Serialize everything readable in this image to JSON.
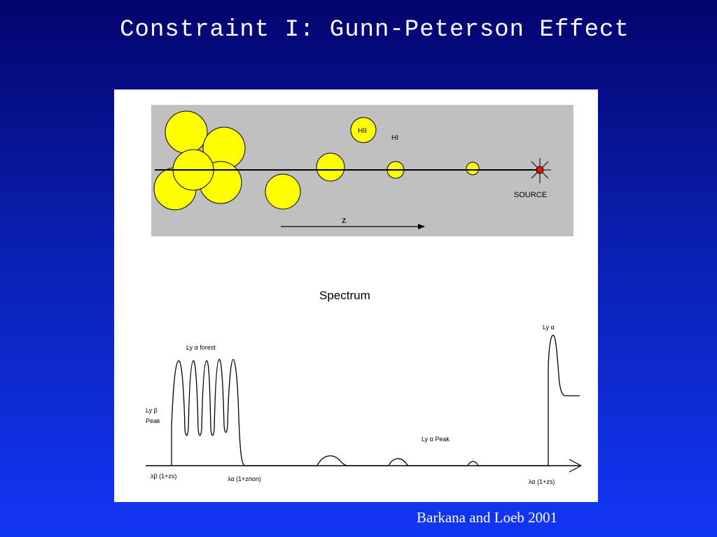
{
  "slide": {
    "title": "Constraint I: Gunn-Peterson Effect",
    "citation": "Barkana and Loeb 2001"
  },
  "diagram": {
    "hii_label": "HII",
    "hi_label": "HI",
    "source_label": "SOURCE",
    "z_label": "z",
    "spectrum_title": "Spectrum",
    "lya_label": "Ly α",
    "lya_forest_label": "Ly α  forest",
    "lyb_label": "Ly β",
    "lyb_peak_label": "Peak",
    "lya_peak_label": "Ly α  Peak",
    "axis_label_1": "λβ (1+zs)",
    "axis_label_2": "λα (1+zrion)",
    "axis_label_3": "λα (1+zs)"
  },
  "colors": {
    "background": "#0a1fb0",
    "strip": "#c0c0c0",
    "bubble": "#ffff00",
    "source": "#ff0000"
  }
}
